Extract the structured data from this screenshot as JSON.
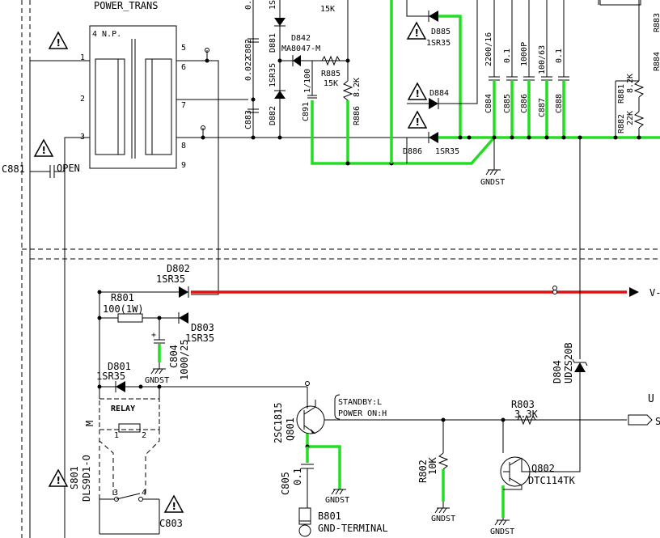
{
  "transformer": {
    "title": "POWER_TRANS",
    "note": "4 N.P.",
    "pins": [
      "1",
      "2",
      "3",
      "5",
      "6",
      "7",
      "8",
      "9"
    ]
  },
  "top_parts": {
    "c882a": "0.022",
    "c882": "C882",
    "d881": "D881",
    "d842": "D842",
    "ma8047": "MA8047-M",
    "c882b": "0.022",
    "sr35": "1SR35",
    "c883": "C883",
    "d882": "D882",
    "r885": "R885",
    "r885v": "15K",
    "r885top": "15K",
    "c891": "C891",
    "c891v": "1/100",
    "r886": "R886",
    "r886v": "8.2K",
    "d885": "D885",
    "d885v": "1SR35",
    "d884": "D884",
    "d886": "D886",
    "d886v": "1SR35",
    "c884": "C884",
    "c884v": "2200/16",
    "c885": "C885",
    "c885v": "0.1",
    "c886": "C886",
    "c886v": "1000P",
    "c887": "C887",
    "c887v": "100/63",
    "c888": "C888",
    "c888v": "0.1",
    "r881": "R881",
    "r881v": "8.2K",
    "r882": "R882",
    "r882v": "22K",
    "r883": "R883",
    "r884": "R884",
    "gndst": "GNDST",
    "sr3": "1SR3"
  },
  "left_parts": {
    "c881": "C881",
    "c881v": "OPEN"
  },
  "lower_parts": {
    "d802": "D802",
    "d802v": "1SR35",
    "r801": "R801",
    "r801v": "100(1W)",
    "d803": "D803",
    "d803v": "1SR35",
    "c804": "C804",
    "c804v": "1000/25",
    "gndst": "GNDST",
    "d801": "D801",
    "d801v": "1SR35",
    "relay": "RELAY",
    "m": "M",
    "pin1": "1",
    "pin2": "2",
    "pin3": "3",
    "pin4": "4",
    "s801": "S801",
    "dls": "DLS9D1-O",
    "c803": "C803",
    "q801": "Q801",
    "q801v": "2SC1815",
    "standby": "STANDBY:L",
    "poweron": "POWER ON:H",
    "c805": "C805",
    "c805v": "0.1",
    "b801": "B801",
    "gndterm": "GND-TERMINAL",
    "r802": "R802",
    "r802v": "10K",
    "r803": "R803",
    "r803v": "3.3K",
    "q802": "Q802",
    "q802v": "DTC114TK",
    "d804": "D804",
    "d804v": "UDZS20B",
    "vplus": "V-",
    "u": "U",
    "s": "S"
  },
  "colors": {
    "highlight_green": "#22dd22",
    "highlight_red": "#dd1111"
  }
}
